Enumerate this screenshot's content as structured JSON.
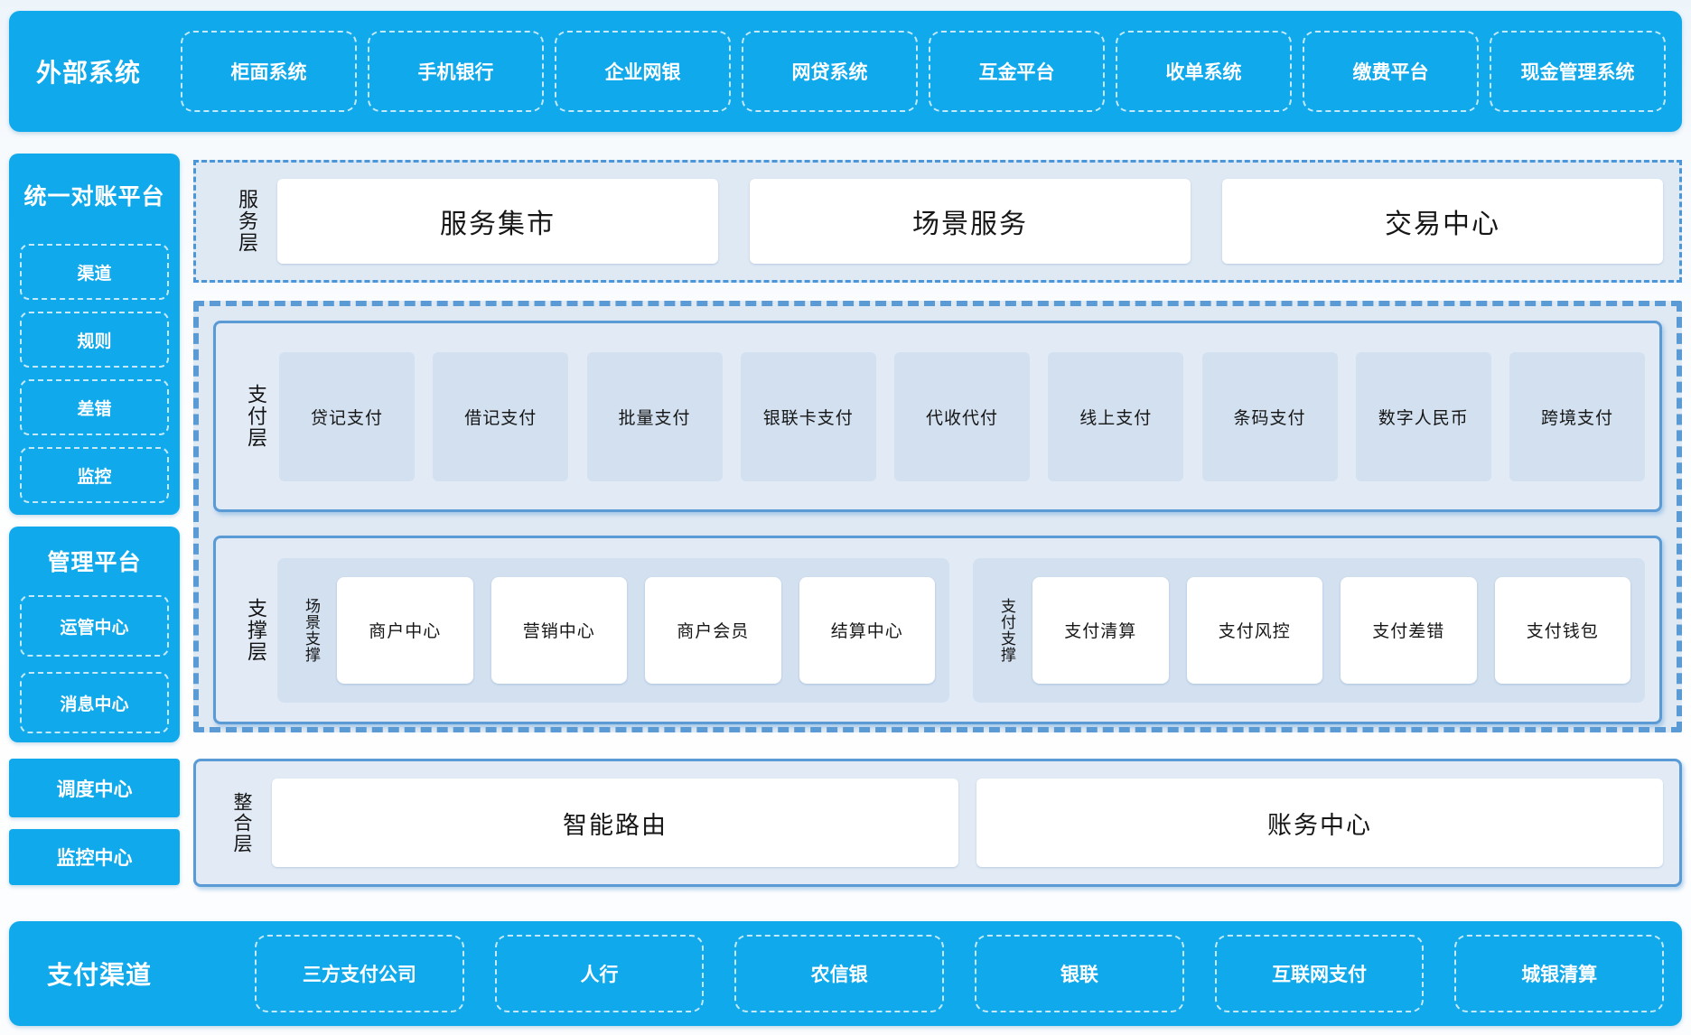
{
  "colors": {
    "accent_blue": "#10a9eb",
    "border_blue": "#5b9bd5",
    "dashdot_blue": "#4a96d8",
    "panel_bg": "#dfe9f4",
    "inner_box_bg": "#d2e0f0",
    "white_box_bg": "#ffffff"
  },
  "top_bar": {
    "label": "外部系统",
    "items": [
      "柜面系统",
      "手机银行",
      "企业网银",
      "网贷系统",
      "互金平台",
      "收单系统",
      "缴费平台",
      "现金管理系统"
    ]
  },
  "sidebar": {
    "panels": [
      {
        "title": "统一对账平台",
        "items": [
          "渠道",
          "规则",
          "差错",
          "监控"
        ]
      },
      {
        "title": "管理平台",
        "items": [
          "运管中心",
          "消息中心"
        ]
      }
    ],
    "solo_items": [
      "调度中心",
      "监控中心"
    ]
  },
  "layers": {
    "service": {
      "label": "服务层",
      "items": [
        "服务集市",
        "场景服务",
        "交易中心"
      ]
    },
    "payment": {
      "label": "支付层",
      "items": [
        "贷记支付",
        "借记支付",
        "批量支付",
        "银联卡支付",
        "代收代付",
        "线上支付",
        "条码支付",
        "数字人民币",
        "跨境支付"
      ]
    },
    "support": {
      "label": "支撑层",
      "groups": [
        {
          "label": "场景支撑",
          "items": [
            "商户中心",
            "营销中心",
            "商户会员",
            "结算中心"
          ]
        },
        {
          "label": "支付支撑",
          "items": [
            "支付清算",
            "支付风控",
            "支付差错",
            "支付钱包"
          ]
        }
      ]
    },
    "integration": {
      "label": "整合层",
      "items": [
        "智能路由",
        "账务中心"
      ]
    }
  },
  "bottom_bar": {
    "label": "支付渠道",
    "items": [
      "三方支付公司",
      "人行",
      "农信银",
      "银联",
      "互联网支付",
      "城银清算"
    ]
  }
}
